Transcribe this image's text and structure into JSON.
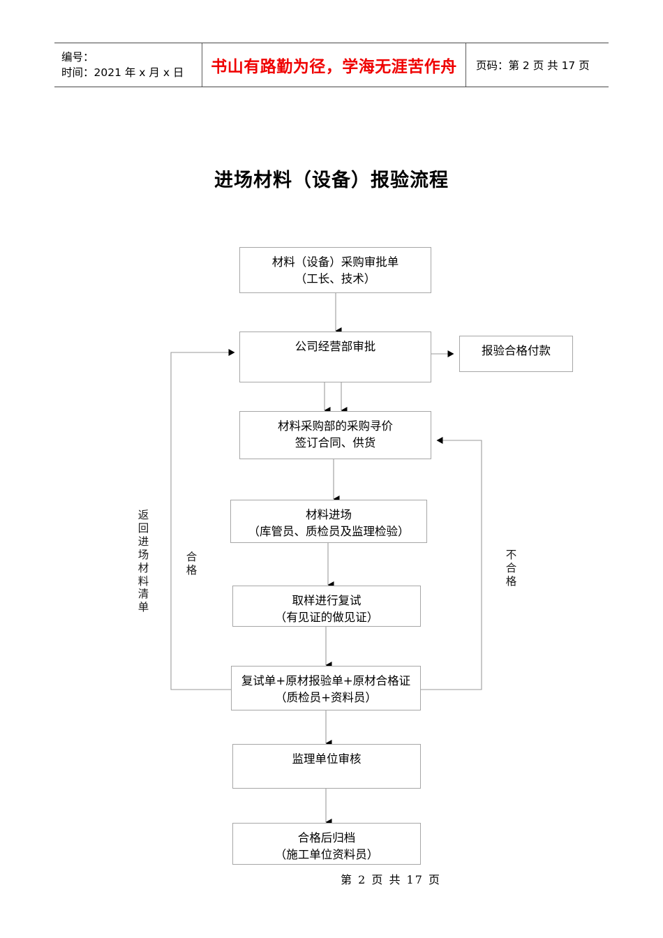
{
  "header": {
    "left_line1": "编号：",
    "left_line2": "时间：2021 年 x 月 x 日",
    "center_motto": "书山有路勤为径，学海无涯苦作舟",
    "right_pages": "页码：第 2 页  共 17 页",
    "motto_color": "#ef0000"
  },
  "title": "进场材料（设备）报验流程",
  "footer": "第 2 页 共 17 页",
  "flow": {
    "nodes": [
      {
        "id": "n1",
        "text": "材料（设备）采购审批单\n（工长、技术）"
      },
      {
        "id": "n2",
        "text": "公司经营部审批"
      },
      {
        "id": "n3",
        "text": "报验合格付款"
      },
      {
        "id": "n4",
        "text": "材料采购部的采购寻价\n签订合同、供货"
      },
      {
        "id": "n5",
        "text": "材料进场\n（库管员、质检员及监理检验）"
      },
      {
        "id": "n6",
        "text": "取样进行复试\n（有见证的做见证）"
      },
      {
        "id": "n7",
        "text": "复试单+原材报验单+原材合格证\n（质检员+资料员）"
      },
      {
        "id": "n8",
        "text": "监理单位审核"
      },
      {
        "id": "n9",
        "text": "合格后归档\n（施工单位资料员）"
      }
    ],
    "edge_labels": {
      "return_list": "返回进场材料清单",
      "qualified": "合格",
      "unqualified": "不合格"
    }
  },
  "colors": {
    "box_border": "#a6a6a6",
    "connector": "#9a9a9a",
    "arrow": "#000000",
    "text": "#000000"
  }
}
